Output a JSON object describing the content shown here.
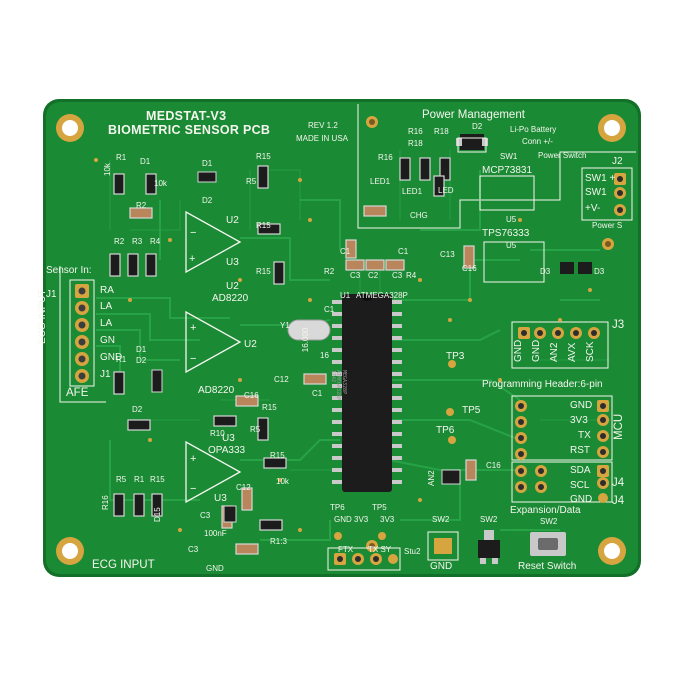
{
  "board": {
    "title": "MEDSTAT-V3",
    "subtitle": "BIOMETRIC SENSOR PCB",
    "rev": "REV 1.2",
    "made_in": "MADE IN USA",
    "colors": {
      "pcb": "#1b8a35",
      "pcb_edge": "#137028",
      "trace": "#2aa548",
      "silk": "#f4f6ee",
      "gold": "#d6a540",
      "chip": "#1c1c1c"
    }
  },
  "power": {
    "title": "Power Management",
    "battery": "Li-Po Battery",
    "battery2": "Conn +/-",
    "power_switch_note": "Power Switch",
    "sw1": "SW1",
    "j2": "J2",
    "j2_pins": [
      "SW1 +",
      "SW1",
      "+V-"
    ],
    "power_s": "Power S",
    "charger": "MCP73831",
    "regulator": "TPS76333",
    "u5a": "U5",
    "u5b": "U5",
    "c13": "C13",
    "c16": "C16",
    "d3a": "D3",
    "d3b": "D3",
    "d2": "D2",
    "led1a": "LED1",
    "led1b": "LED1",
    "led": "LED",
    "chg": "CHG",
    "r16a": "R16",
    "r16b": "R16",
    "r18a": "R18",
    "r18b": "R18"
  },
  "sensor": {
    "heading": "Sensor In:",
    "j1": "J1",
    "j1b": "J1",
    "ecg_input_v": "ECG INPUT",
    "pins": [
      "RA",
      "LA",
      "LA",
      "GN",
      "GND",
      "J1"
    ],
    "afe": "AFE"
  },
  "afe_labels": {
    "r1": "R1",
    "d1": "D1",
    "d1b": "D1",
    "d2": "D2",
    "r15": "R15",
    "r5": "R5",
    "r2": "R2",
    "r2b": "R2",
    "r3": "R3",
    "r4": "R4",
    "u2": "U2",
    "u3": "U3",
    "u2b": "U2",
    "u2c": "U2",
    "ad8220": "AD8220",
    "r15b": "R15",
    "r15c": "R15",
    "r1b": "R1",
    "d1c": "D1",
    "d2b": "D2",
    "d2c": "D2",
    "k10a": "10k",
    "k10b": "10k",
    "ad8220b": "AD8220",
    "c16": "C16",
    "r10": "R10",
    "r15d": "R15",
    "r5b": "R5",
    "u3b": "U3",
    "opa333": "OPA333",
    "r15e": "R15",
    "k10c": "10k",
    "r5c": "R5",
    "r1c": "R1",
    "r15f": "R15",
    "r16": "R16",
    "d15": "D15",
    "u3c": "U3",
    "c12": "C12",
    "c3": "C3",
    "c3b": "C3",
    "r1d": "R1:3",
    "nf100": "100nF",
    "gnd": "GND",
    "ecg_input": "ECG INPUT"
  },
  "mcu": {
    "chip": "ATMEGA328P",
    "u1": "U1",
    "marking": [
      "MEGA328P",
      "ATMEGA328P",
      "1742"
    ],
    "c1a": "C1",
    "c1b": "C1",
    "c1c": "C1",
    "c1d": "C1",
    "c2": "C2",
    "c3": "C3",
    "c3b": "C3",
    "r2": "R2",
    "r4": "R4",
    "y1": "Y1",
    "c12": "C12",
    "crystal": "16.000",
    "k16": "16",
    "tp3": "TP3",
    "tp5": "TP5",
    "tp6": "TP6",
    "an2": "AN2",
    "c16": "C16"
  },
  "j3": {
    "name": "J3",
    "pins": [
      "GND",
      "GND",
      "AN2",
      "AVX",
      "SCK"
    ],
    "heading": "Programming Header:6-pin"
  },
  "mcu_hdr": {
    "name": "MCU",
    "pins": [
      "GND",
      "3V3",
      "TX",
      "RST"
    ]
  },
  "j4": {
    "name": "J4",
    "name2": "J4",
    "pins": [
      "SDA",
      "SCL",
      "GND"
    ],
    "heading": "Expansion/Data"
  },
  "bottom": {
    "tp6": "TP6",
    "tp5": "TP5",
    "gnd3v3": "GND 3V3",
    "v3v3": "3V3",
    "ftx": "FTX",
    "txsy": "TX SY",
    "stu2": "Stu2",
    "sw2a": "SW2",
    "sw2b": "SW2",
    "sw2c": "SW2",
    "gnd": "GND",
    "reset": "Reset Switch"
  }
}
